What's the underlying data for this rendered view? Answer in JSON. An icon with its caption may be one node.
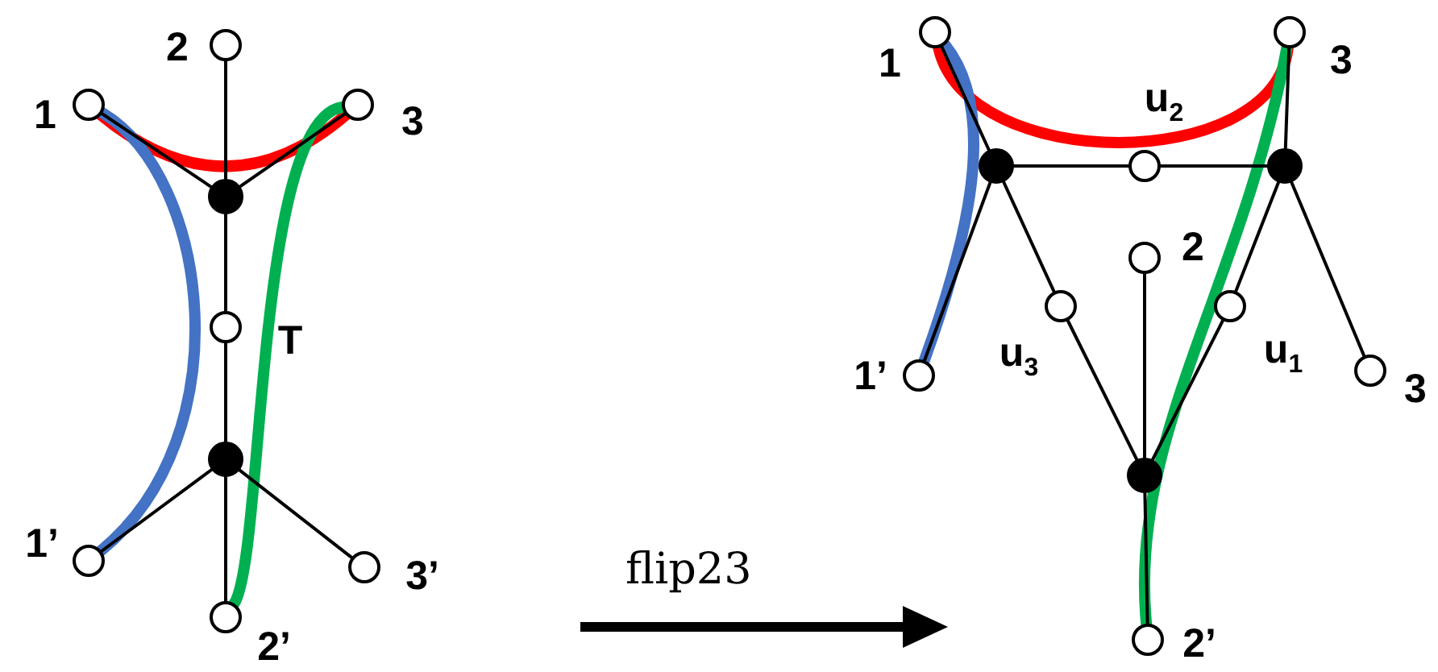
{
  "diagram": {
    "nodes": [
      {
        "text": [],
        "shape": "circle",
        "beside": [
          "1"
        ]
      },
      {
        "text": [],
        "shape": "circle",
        "beside": [
          "2"
        ]
      },
      {
        "text": [],
        "shape": "circle",
        "beside": [
          "3"
        ]
      },
      {
        "text": [],
        "shape": "circle"
      },
      {
        "text": [],
        "shape": "circle",
        "beside": [
          "T"
        ]
      },
      {
        "text": [],
        "shape": "circle"
      },
      {
        "text": [],
        "shape": "circle",
        "beside": [
          "1’"
        ]
      },
      {
        "text": [],
        "shape": "circle",
        "beside": [
          "3’"
        ]
      },
      {
        "text": [],
        "shape": "circle",
        "beside": [
          "2’"
        ]
      },
      {
        "text": [],
        "shape": "circle",
        "beside": [
          "1"
        ]
      },
      {
        "text": [],
        "shape": "circle",
        "beside": [
          "3"
        ]
      },
      {
        "text": [],
        "shape": "circle"
      },
      {
        "text": [],
        "shape": "circle",
        "beside": [
          "u$_{2}$"
        ]
      },
      {
        "text": [],
        "shape": "circle"
      },
      {
        "text": [],
        "shape": "circle",
        "beside": [
          "2"
        ]
      },
      {
        "text": [],
        "shape": "circle",
        "beside": [
          "u$_{3}$"
        ]
      },
      {
        "text": [],
        "shape": "circle",
        "beside": [
          "u$_{1}$"
        ]
      },
      {
        "text": [],
        "shape": "circle",
        "beside": [
          "1’"
        ]
      },
      {
        "text": [],
        "shape": "circle",
        "beside": [
          "3"
        ]
      },
      {
        "text": [],
        "shape": "circle"
      },
      {
        "text": [],
        "shape": "circle",
        "beside": [
          "2’"
        ]
      }
    ],
    "edges": [
      {
        "from": 0,
        "to": 2,
        "arrow": "none",
        "style": "thick",
        "color": "#ff0000"
      },
      {
        "from": 0,
        "to": 6,
        "arrow": "none",
        "style": "thick",
        "color": "#4472c4"
      },
      {
        "from": 2,
        "to": 8,
        "arrow": "none",
        "style": "thick",
        "color": "#00b050"
      },
      {
        "from": 0,
        "to": 3,
        "arrow": "none"
      },
      {
        "from": 1,
        "to": 3,
        "arrow": "none"
      },
      {
        "from": 2,
        "to": 3,
        "arrow": "none"
      },
      {
        "from": 3,
        "to": 4,
        "arrow": "none"
      },
      {
        "from": 4,
        "to": 5,
        "arrow": "none"
      },
      {
        "from": 5,
        "to": 6,
        "arrow": "none"
      },
      {
        "from": 5,
        "to": 8,
        "arrow": "none"
      },
      {
        "from": 5,
        "to": 7,
        "arrow": "none"
      },
      {
        "from": 9,
        "to": 10,
        "arrow": "none",
        "style": "thick",
        "color": "#ff0000"
      },
      {
        "from": 9,
        "to": 17,
        "arrow": "none",
        "style": "thick",
        "color": "#4472c4"
      },
      {
        "from": 10,
        "to": 20,
        "arrow": "none",
        "style": "thick",
        "color": "#00b050"
      },
      {
        "from": 9,
        "to": 11,
        "arrow": "none"
      },
      {
        "from": 11,
        "to": 12,
        "arrow": "none"
      },
      {
        "from": 12,
        "to": 13,
        "arrow": "none"
      },
      {
        "from": 13,
        "to": 10,
        "arrow": "none"
      },
      {
        "from": 11,
        "to": 17,
        "arrow": "none"
      },
      {
        "from": 13,
        "to": 18,
        "arrow": "none"
      },
      {
        "from": 11,
        "to": 15,
        "arrow": "none"
      },
      {
        "from": 15,
        "to": 19,
        "arrow": "none"
      },
      {
        "from": 13,
        "to": 16,
        "arrow": "none"
      },
      {
        "from": 16,
        "to": 19,
        "arrow": "none"
      },
      {
        "from": 14,
        "to": 19,
        "arrow": "none"
      },
      {
        "from": 19,
        "to": 20,
        "arrow": "none"
      }
    ],
    "labels": [
      "flip23"
    ]
  }
}
